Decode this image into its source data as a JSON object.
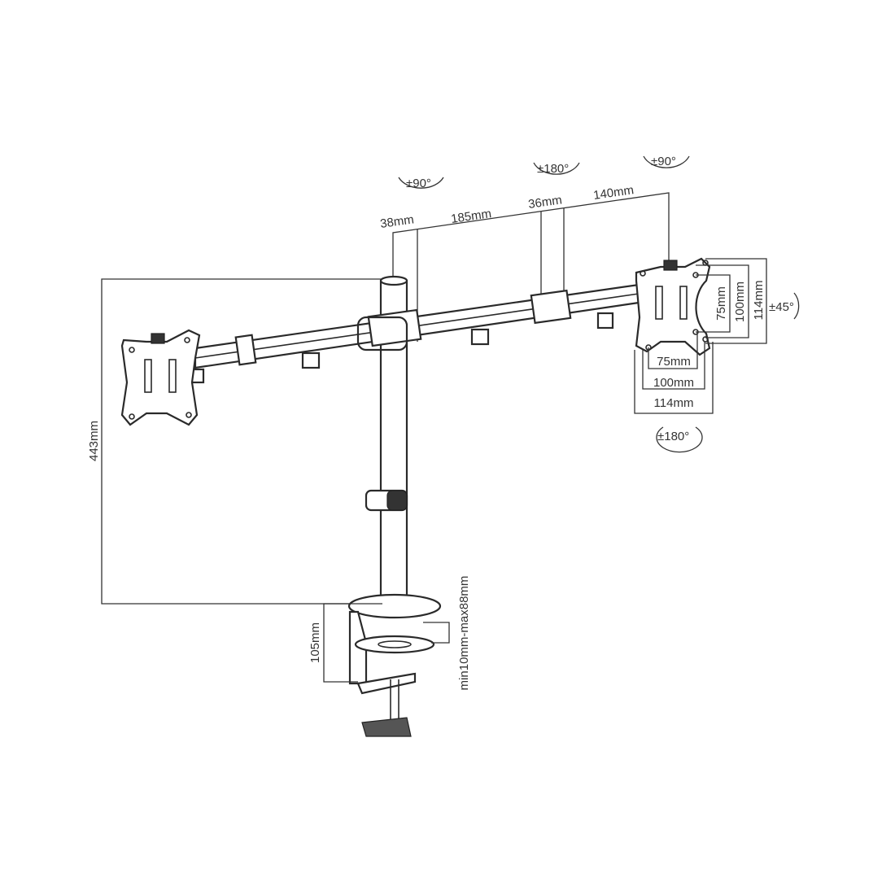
{
  "rotation_labels": {
    "left_arm_swivel": "±90°",
    "middle_joint_swivel": "±180°",
    "right_arm_swivel": "±90°",
    "tilt": "±45°",
    "rotation": "±180°"
  },
  "arm_dimensions": {
    "pole_offset": "38mm",
    "first_segment": "185mm",
    "joint": "36mm",
    "second_segment": "140mm"
  },
  "vesa_dimensions": {
    "vertical": [
      "75mm",
      "100mm",
      "114mm"
    ],
    "horizontal": [
      "75mm",
      "100mm",
      "114mm"
    ]
  },
  "height_dimensions": {
    "pole_height": "443mm",
    "clamp_height": "105mm",
    "desk_thickness": "min10mm-max88mm"
  }
}
